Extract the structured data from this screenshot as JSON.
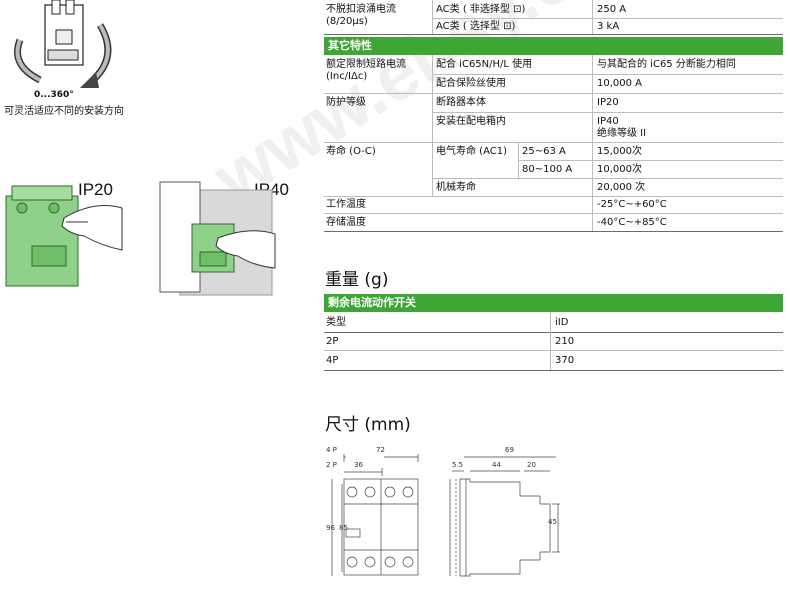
{
  "top_rows": [
    {
      "label": "不脱扣浪涌电流",
      "label2": "(8/20μs)",
      "cond1": "AC类 ( 非选择型 ⊡)",
      "val1": "250 A",
      "cond2": "AC类 ( 选择型 ⊡)",
      "val2": "3 kA"
    }
  ],
  "other_section": {
    "title": "其它特性",
    "rows": [
      {
        "label": "额定限制短路电流",
        "label2": "(Inc/IΔc)",
        "cond": "配合 iC65N/H/L 使用",
        "val": "与其配合的 iC65 分断能力相同"
      },
      {
        "label": "",
        "cond": "配合保险丝使用",
        "val": "10,000 A"
      },
      {
        "label": "防护等级",
        "cond": "断路器本体",
        "val": "IP20"
      },
      {
        "label": "",
        "cond": "安装在配电箱内",
        "val": "IP40",
        "val2": "绝缘等级 II"
      },
      {
        "label": "寿命 (O-C)",
        "cond": "电气寿命 (AC1)",
        "sub": "25~63 A",
        "val": "15,000次"
      },
      {
        "label": "",
        "cond": "",
        "sub": "80~100 A",
        "val": "10,000次"
      },
      {
        "label": "",
        "cond": "机械寿命",
        "val": "20,000 次"
      },
      {
        "label": "工作温度",
        "cond": "",
        "val": "-25°C~+60°C"
      },
      {
        "label": "存储温度",
        "cond": "",
        "val": "-40°C~+85°C"
      }
    ]
  },
  "weight_section": {
    "heading": "重量 (g)",
    "bar_title": "剩余电流动作开关",
    "col1": "类型",
    "col2": "iID",
    "rows": [
      {
        "type": "2P",
        "value": "210"
      },
      {
        "type": "4P",
        "value": "370"
      }
    ]
  },
  "dimensions_section": {
    "heading": "尺寸 (mm)",
    "front": {
      "label_4p": "4 P",
      "label_2p": "2 P",
      "w4p": "72",
      "w2p": "36",
      "h1": "96",
      "h2": "85"
    },
    "side": {
      "depth": "69",
      "a": "5.5",
      "b": "44",
      "c": "20",
      "h": "45"
    }
  },
  "left_panel": {
    "rotation_label": "0...360°",
    "rotation_caption": "可灵活适应不同的安装方向",
    "ip20_label": "IP20",
    "ip40_label": "IP40"
  },
  "watermark": "www.ehsy.com",
  "colors": {
    "green": "#3fa535",
    "device_green": "#8fd18a",
    "grey_box": "#d9d9d9"
  }
}
